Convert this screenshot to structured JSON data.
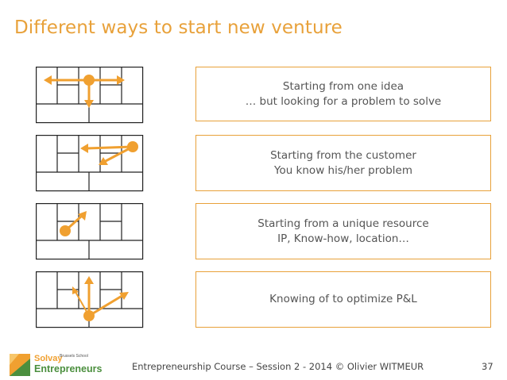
{
  "slide": {
    "title": "Different ways to start new venture",
    "footer": "Entrepreneurship Course – Session 2 - 2014 © Olivier WITMEUR",
    "page_number": "37"
  },
  "boxes": [
    {
      "line1": "Starting from one idea",
      "line2": "… but looking for a problem to solve"
    },
    {
      "line1": "Starting from the customer",
      "line2": "You know his/her problem"
    },
    {
      "line1": "Starting from a unique resource",
      "line2": "IP, Know-how, location…"
    },
    {
      "line1": "Knowing of to optimize P&L",
      "line2": ""
    }
  ],
  "logo": {
    "brand": "Solvay",
    "sub": "Brussels School",
    "name": "Entrepreneurs"
  },
  "colors": {
    "accent": "#e8a13a",
    "text": "#555555",
    "logo_green": "#4b8f3e"
  }
}
